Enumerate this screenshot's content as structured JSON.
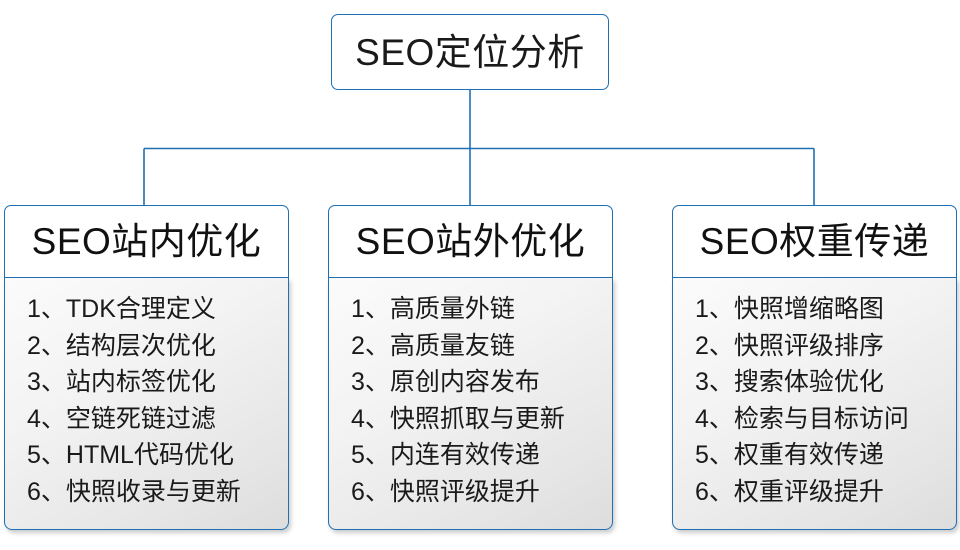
{
  "diagram": {
    "type": "organizational-tree",
    "accent_color": "#1f6fb5",
    "text_color": "#1a1a1a",
    "body_fill_top": "#fbfbfb",
    "body_fill_bottom": "#dddddd",
    "root": {
      "label": "SEO定位分析"
    },
    "branches": [
      {
        "id": "on-site",
        "header": "SEO站内优化",
        "items": [
          {
            "index": "1、",
            "text": "TDK合理定义"
          },
          {
            "index": "2、",
            "text": "结构层次优化"
          },
          {
            "index": "3、",
            "text": "站内标签优化"
          },
          {
            "index": "4、",
            "text": "空链死链过滤"
          },
          {
            "index": "5、",
            "text": "HTML代码优化"
          },
          {
            "index": "6、",
            "text": "快照收录与更新"
          }
        ]
      },
      {
        "id": "off-site",
        "header": "SEO站外优化",
        "items": [
          {
            "index": "1、",
            "text": "高质量外链"
          },
          {
            "index": "2、",
            "text": "高质量友链"
          },
          {
            "index": "3、",
            "text": "原创内容发布"
          },
          {
            "index": "4、",
            "text": "快照抓取与更新"
          },
          {
            "index": "5、",
            "text": "内连有效传递"
          },
          {
            "index": "6、",
            "text": "快照评级提升"
          }
        ]
      },
      {
        "id": "weight-transfer",
        "header": "SEO权重传递",
        "items": [
          {
            "index": "1、",
            "text": "快照增缩略图"
          },
          {
            "index": "2、",
            "text": "快照评级排序"
          },
          {
            "index": "3、",
            "text": "搜索体验优化"
          },
          {
            "index": "4、",
            "text": "检索与目标访问"
          },
          {
            "index": "5、",
            "text": "权重有效传递"
          },
          {
            "index": "6、",
            "text": "权重评级提升"
          }
        ]
      }
    ]
  }
}
